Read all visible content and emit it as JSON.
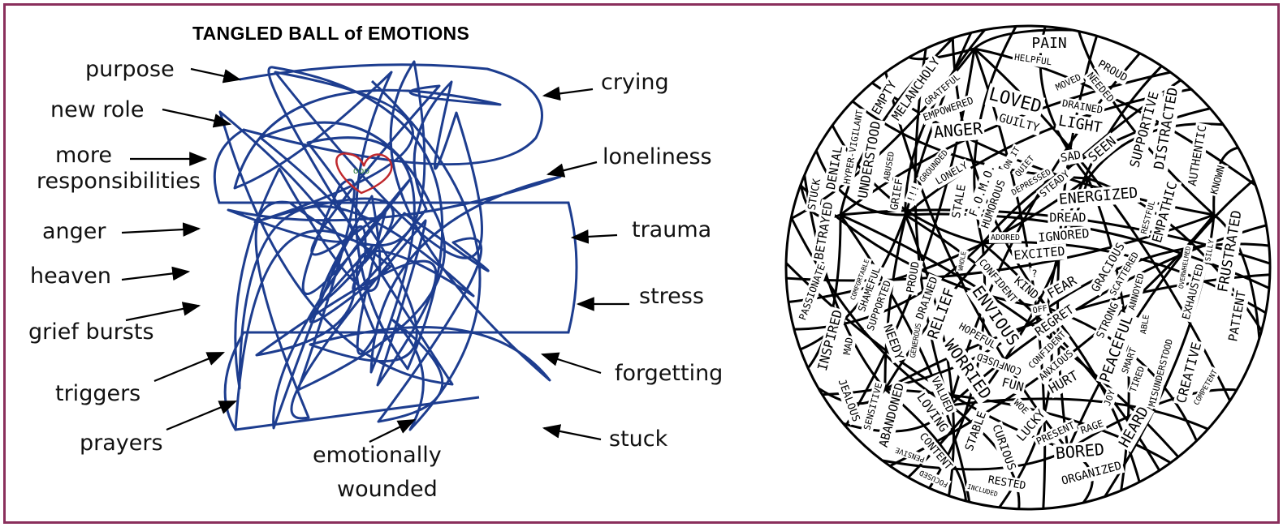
{
  "left_panel": {
    "title": "TANGLED BALL of EMOTIONS",
    "heart_text": "ooo",
    "labels": [
      "purpose",
      "new role",
      "more",
      "responsibilities",
      "anger",
      "heaven",
      "grief bursts",
      "triggers",
      "prayers",
      "crying",
      "loneliness",
      "trauma",
      "stress",
      "forgetting",
      "stuck",
      "emotionally",
      "wounded"
    ],
    "colors": {
      "scribble": "#1d3d8f",
      "heart": "#c0282d",
      "border": "#8a2f5c"
    }
  },
  "right_panel": {
    "words": [
      "PAIN",
      "HELPFUL",
      "PROUD",
      "NEEDED",
      "MOVED",
      "DRAINED",
      "LIGHT",
      "SEEN",
      "LOVED",
      "GUILTY",
      "ANGER",
      "EMPOWERED",
      "GRATEFUL",
      "MELANCHOLY",
      "EMPTY",
      "UNDERSTOOD",
      "HYPER-VIGILANT",
      "DENIAL",
      "STUCK",
      "BETRAYED",
      "GRIEF",
      "ABUSED",
      "GROUNDED",
      "LONELY",
      "STALE",
      "F.O.M.O.",
      "HUMOROUS",
      "DEPRESSED",
      "ON IT",
      "QUIET",
      "STEADY",
      "SAD",
      "ENERGIZED",
      "DREAD",
      "IGNORED",
      "ADORED",
      "EXCITED",
      "SUPPORTIVE",
      "DISTRACTED",
      "AUTHENTIC",
      "KNOWN",
      "EMPATHIC",
      "RESTFUL",
      "FRUSTRATED",
      "PATIENT",
      "EXHAUSTED",
      "OVERWHELMED",
      "SILLY",
      "CREATIVE",
      "COMPETENT",
      "MISUNDERSTOOD",
      "ABLE",
      "ANNOYED",
      "SCATTERED",
      "STRONG",
      "GRACIOUS",
      "PEACEFUL",
      "SMART",
      "TIRED",
      "JOY",
      "HEARD",
      "RAGE",
      "BORED",
      "ORGANIZED",
      "PRESENT",
      "LUCKY",
      "HURT",
      "ANXIOUS",
      "CONFIDENT",
      "REGRET",
      "OFF",
      "FEAR",
      "KIND",
      "?",
      "CONFIDENT",
      "ENVIOUS",
      "HOPEFUL",
      "CONFUSED",
      "WORRIED",
      "FUN",
      "WOE",
      "VALUED",
      "LOVING",
      "STABLE",
      "CURIOUS",
      "RESTED",
      "INCLUDED",
      "CONTENT",
      "PENSIVE",
      "FOCUSED",
      "ABANDONED",
      "SENSITIVE",
      "JEALOUS",
      "INSPIRED",
      "PASSIONATE",
      "MAD",
      "NEEDY",
      "GENEROUS",
      "SUPPORTED",
      "SHAMEFUL",
      "COMFORTABLE",
      "PROUD",
      "DRAINED",
      "RELIEF",
      "WHOLE",
      "!!!"
    ]
  }
}
